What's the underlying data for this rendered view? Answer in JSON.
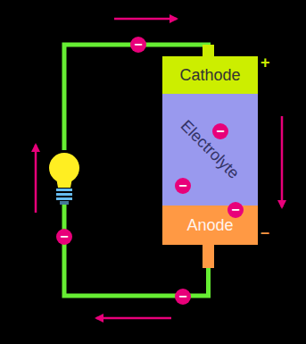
{
  "diagram": {
    "nodes": [
      {
        "text": [
          "Cathode"
        ]
      },
      {
        "text": [
          "Electrolyte"
        ]
      },
      {
        "text": [
          "Anode"
        ]
      }
    ],
    "edges": [
      {
        "from": 0,
        "to": 2,
        "arrow": "none"
      }
    ],
    "labels": [
      "+",
      "–",
      "−",
      "−",
      "−",
      "−",
      "−",
      "−"
    ]
  }
}
